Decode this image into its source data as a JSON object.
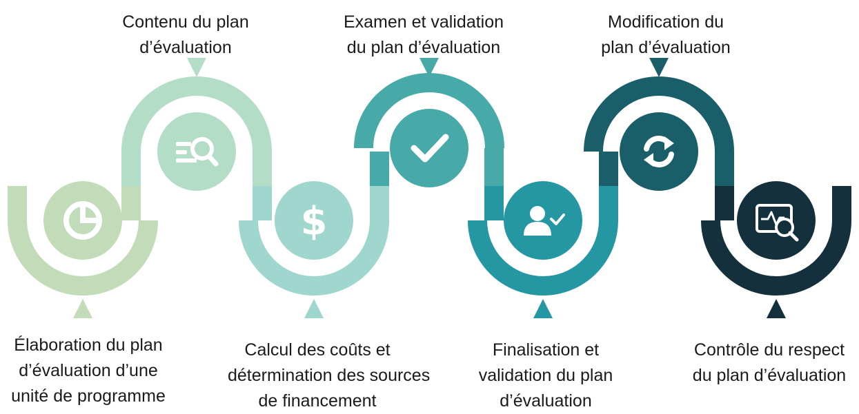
{
  "steps": [
    {
      "label_lines": [
        "Élaboration du plan",
        "d’évaluation d’une",
        "unité de programme"
      ],
      "icon": "pie-chart-icon",
      "color": "#c2dbb9",
      "position": "bottom"
    },
    {
      "label_lines": [
        "Contenu du plan",
        "d’évaluation"
      ],
      "icon": "search-list-icon",
      "color": "#b4ddc8",
      "position": "top"
    },
    {
      "label_lines": [
        "Calcul des coûts et",
        "détermination des sources",
        "de financement"
      ],
      "icon": "dollar-icon",
      "color": "#9fd6cd",
      "position": "bottom"
    },
    {
      "label_lines": [
        "Examen et validation",
        "du plan d’évaluation"
      ],
      "icon": "checkmark-icon",
      "color": "#47aaa8",
      "position": "top"
    },
    {
      "label_lines": [
        "Finalisation et",
        "validation du plan",
        "d’évaluation"
      ],
      "icon": "user-check-icon",
      "color": "#2597a3",
      "position": "bottom"
    },
    {
      "label_lines": [
        "Modification du",
        "plan d’évaluation"
      ],
      "icon": "refresh-icon",
      "color": "#1a5e69",
      "position": "top"
    },
    {
      "label_lines": [
        "Contrôle du respect",
        "du plan d’évaluation"
      ],
      "icon": "monitor-search-icon",
      "color": "#13303c",
      "position": "bottom"
    }
  ]
}
